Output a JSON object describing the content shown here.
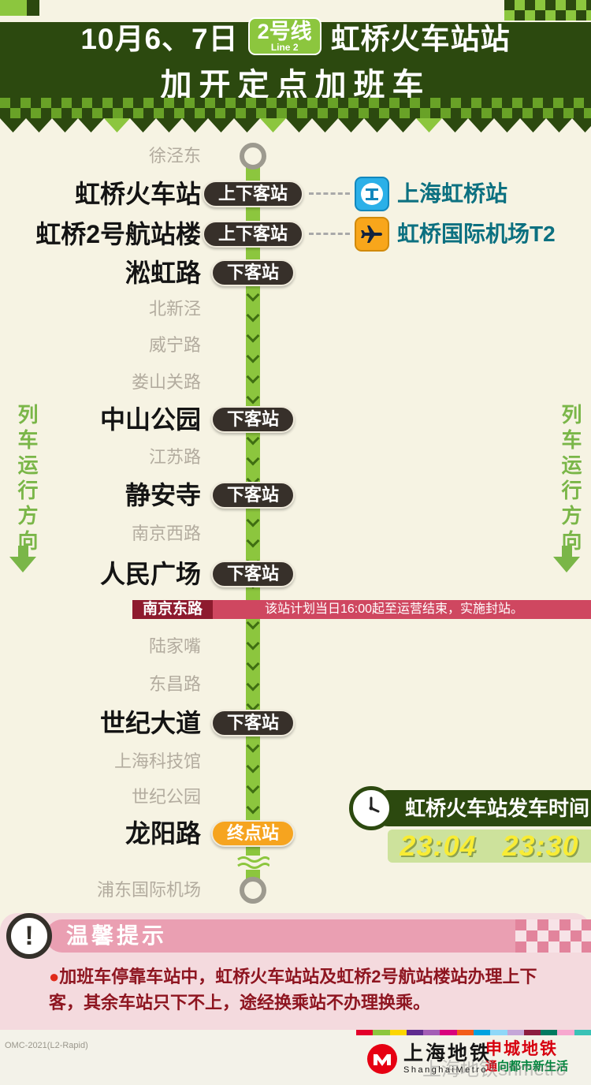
{
  "colors": {
    "header_green": "#2c490f",
    "line_green": "#8cc63e",
    "badge_dark": "#37302a",
    "terminus_orange": "#f6a41f",
    "closed_bar_red": "#cf4760",
    "closed_label_dark_red": "#8e1b2e",
    "link_teal": "#0c7080",
    "notice_banner_pink": "#ea9fb2",
    "notice_bg_pink": "#f4dade",
    "notice_text_red": "#8e1520",
    "times_yellow": "#f8ec35",
    "metro_logo_red": "#e60012"
  },
  "header": {
    "date": "10月6、7日",
    "line_badge_main": "2号线",
    "line_badge_sub": "Line 2",
    "title_station": "虹桥火车站站",
    "title_line2": "加开定点加班车"
  },
  "direction_label": "列车运行方向",
  "stations": [
    {
      "name": "徐泾东"
    },
    {
      "name": "虹桥火车站",
      "badge": "上下客站",
      "link_label": "上海虹桥站"
    },
    {
      "name": "虹桥2号航站楼",
      "badge": "上下客站",
      "link_label": "虹桥国际机场T2"
    },
    {
      "name": "淞虹路",
      "badge": "下客站"
    },
    {
      "name": "北新泾"
    },
    {
      "name": "威宁路"
    },
    {
      "name": "娄山关路"
    },
    {
      "name": "中山公园",
      "badge": "下客站"
    },
    {
      "name": "江苏路"
    },
    {
      "name": "静安寺",
      "badge": "下客站"
    },
    {
      "name": "南京西路"
    },
    {
      "name": "人民广场",
      "badge": "下客站"
    },
    {
      "name": "南京东路",
      "note": "该站计划当日16:00起至运营结束，实施封站。"
    },
    {
      "name": "陆家嘴"
    },
    {
      "name": "东昌路"
    },
    {
      "name": "世纪大道",
      "badge": "下客站"
    },
    {
      "name": "上海科技馆"
    },
    {
      "name": "世纪公园"
    },
    {
      "name": "龙阳路",
      "badge": "终点站"
    },
    {
      "name": "浦东国际机场"
    }
  ],
  "departure": {
    "title": "虹桥火车站发车时间",
    "times": "23:04   23:30"
  },
  "notice": {
    "exclamation": "!",
    "title": "温馨提示",
    "bullet": "●",
    "text": "加班车停靠车站中，虹桥火车站站及虹桥2号航站楼站办理上下客，其余车站只下不上，途经换乘站不办理换乘。"
  },
  "footer": {
    "code": "OMC-2021(L2-Rapid)",
    "logo_cn": "上海地铁",
    "logo_en": "ShanghaiMetro",
    "watermark": "上海地铁shmetro",
    "slogan_1": "申城地铁",
    "slogan_2_head": "通",
    "slogan_2_tail": "向都市新生活",
    "line_colors": [
      "#e3002b",
      "#8cc63e",
      "#fcd600",
      "#5f2c8f",
      "#a35eb5",
      "#d9027d",
      "#f25c19",
      "#00a3e0",
      "#8fd8f8",
      "#c4a7d8",
      "#8c1d40",
      "#007a60",
      "#f7a8cf",
      "#39c2b6"
    ]
  }
}
